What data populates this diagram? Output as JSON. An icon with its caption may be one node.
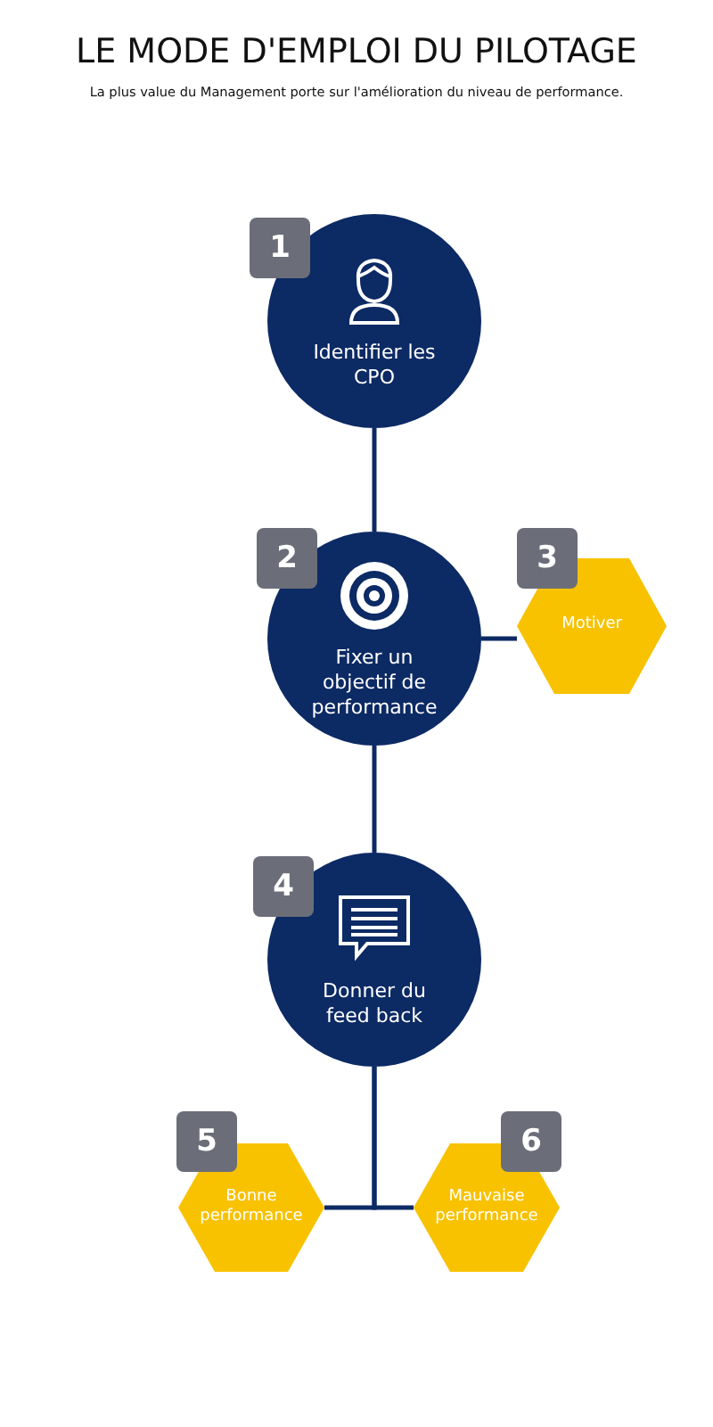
{
  "diagram": {
    "title": "LE MODE D'EMPLOI DU PILOTAGE",
    "caption": "La plus value du Management porte sur l'amélioration du niveau de performance.",
    "nodes": [
      {
        "text": [
          "1",
          "Identifier les CPO"
        ]
      },
      {
        "text": [
          "2",
          "Fixer un objectif de performance"
        ]
      },
      {
        "text": [
          "3",
          "Motiver"
        ]
      },
      {
        "text": [
          "4",
          "Donner du feed back"
        ]
      },
      {
        "text": [
          "5",
          "Bonne performance"
        ]
      },
      {
        "text": [
          "6",
          "Mauvaise performance"
        ]
      }
    ],
    "edges": [
      {
        "from": 0,
        "to": 1,
        "arrow": "none"
      },
      {
        "from": 1,
        "to": 2,
        "arrow": "none"
      },
      {
        "from": 1,
        "to": 3,
        "arrow": "none"
      },
      {
        "from": 3,
        "to": 4,
        "arrow": "none"
      },
      {
        "from": 3,
        "to": 5,
        "arrow": "none"
      }
    ]
  }
}
